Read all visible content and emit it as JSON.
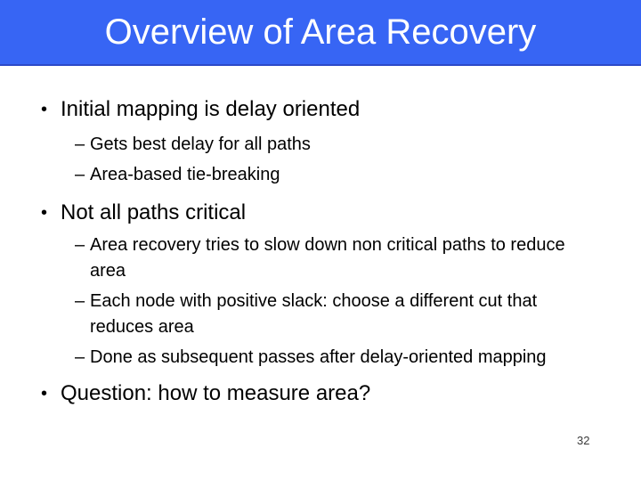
{
  "slide": {
    "title": "Overview of Area Recovery",
    "page_number": "32",
    "glyphs": {
      "level1_bullet": "•",
      "level2_dash": "–"
    },
    "colors": {
      "title_bg": "#3765f4",
      "title_border": "#2c49c8",
      "title_text": "#ffffff",
      "body_text": "#000000",
      "page_number_text": "#3b3b3b",
      "background": "#ffffff"
    },
    "bullets": [
      {
        "text": "Initial mapping is delay oriented",
        "children": [
          "Gets best delay for all paths",
          "Area-based tie-breaking"
        ]
      },
      {
        "text": "Not all paths critical",
        "children": [
          "Area recovery tries to slow down non critical paths to reduce area",
          "Each node with positive slack: choose a different cut that reduces area",
          "Done as subsequent passes after delay-oriented mapping"
        ]
      },
      {
        "text": "Question: how to measure area?",
        "children": []
      }
    ]
  }
}
